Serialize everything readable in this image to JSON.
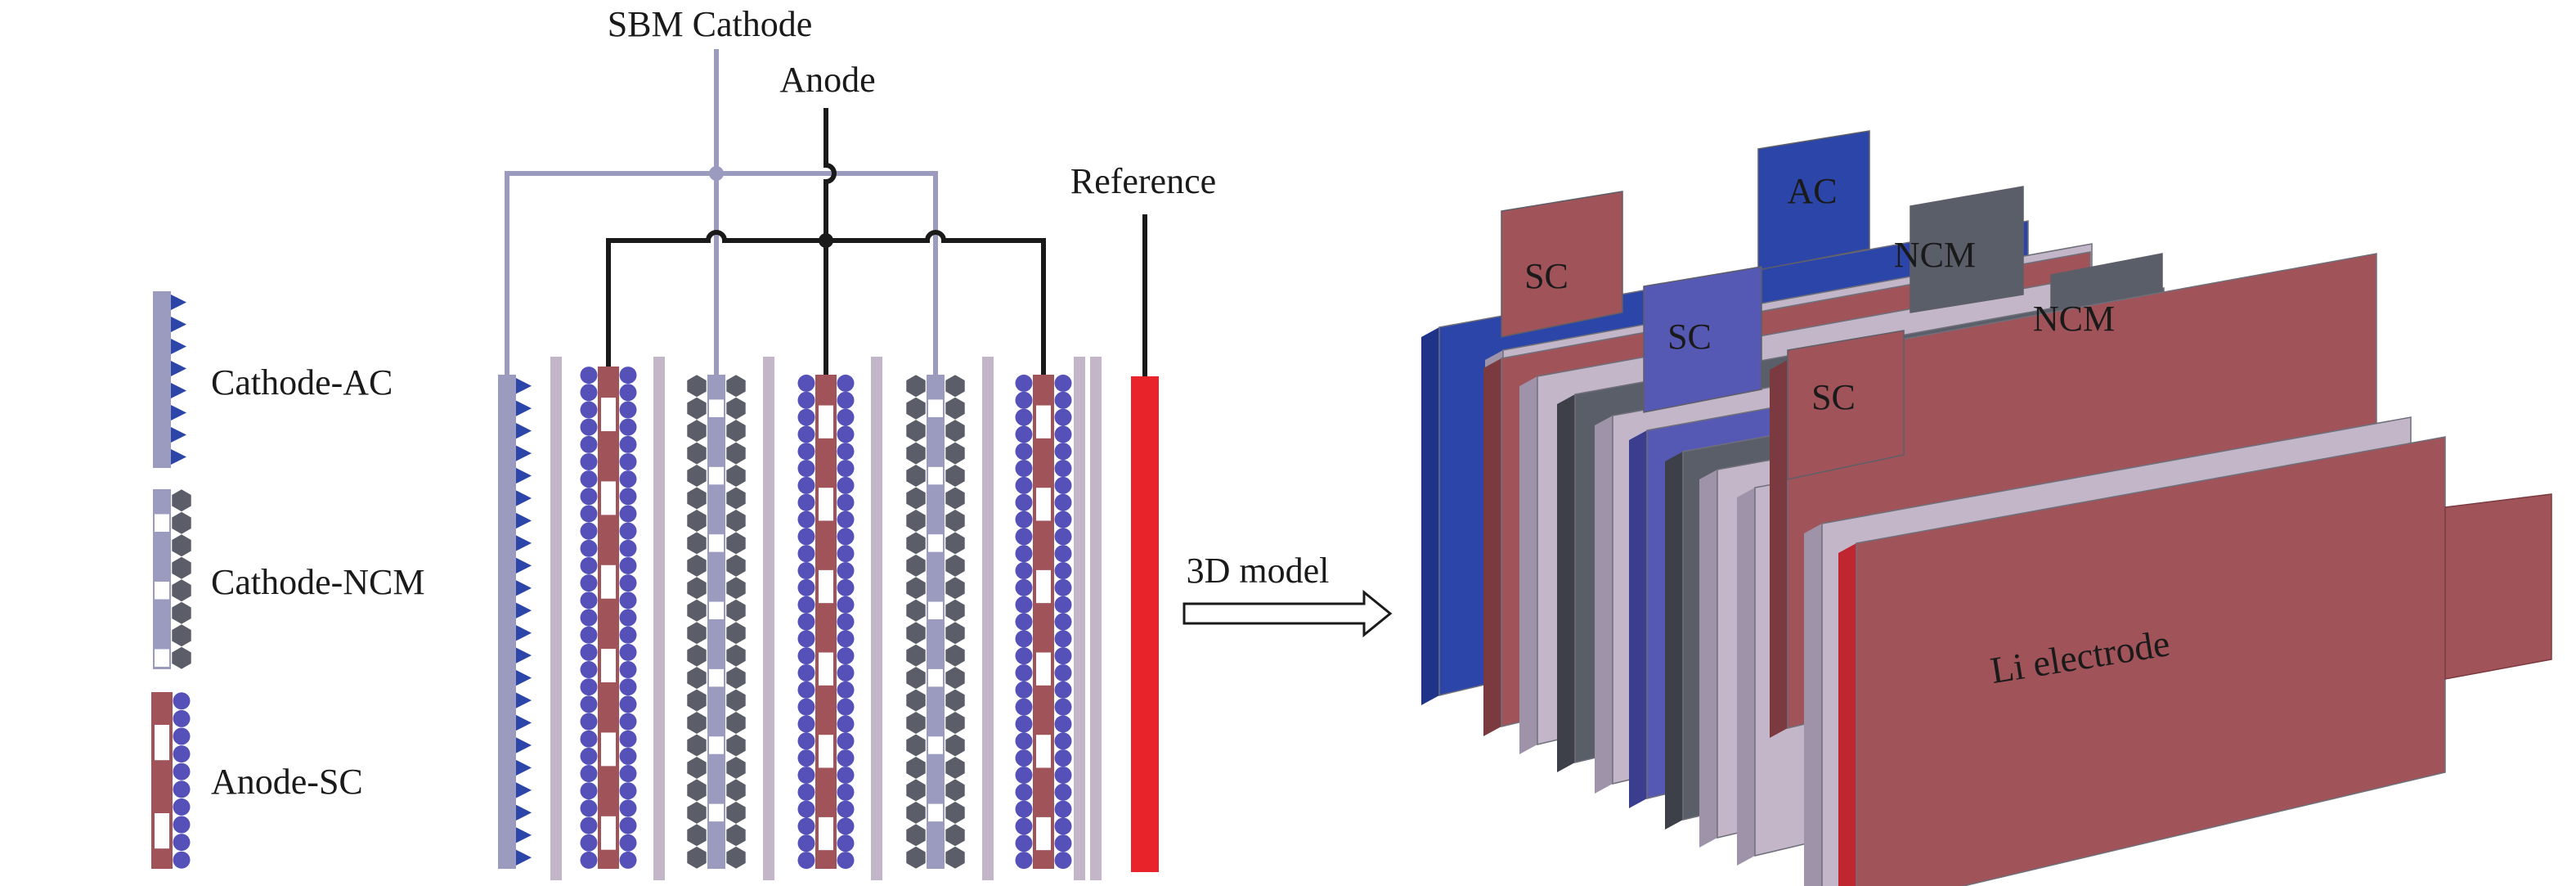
{
  "labels": {
    "sbm_cathode": "SBM Cathode",
    "anode": "Anode",
    "reference": "Reference",
    "arrow_caption": "3D model"
  },
  "legend": [
    {
      "key": "cathode_ac",
      "label": "Cathode-AC"
    },
    {
      "key": "cathode_ncm",
      "label": "Cathode-NCM"
    },
    {
      "key": "anode_sc",
      "label": "Anode-SC"
    }
  ],
  "model_3d": {
    "tabs": [
      "SC",
      "AC",
      "NCM",
      "SC",
      "NCM",
      "SC"
    ],
    "li_electrode": "Li electrode"
  },
  "colors": {
    "cathode_collector": "#9b9bbf",
    "anode_collector": "#a05459",
    "ac_triangle": "#2c45a8",
    "sc_sphere": "#5551b8",
    "ncm_hex": "#5b5e68",
    "separator": "#c3b6c9",
    "reference": "#e8232a",
    "anode_wire": "#1a1a1a",
    "cathode_wire": "#9b9bbf",
    "blue_sheet": "#2b45a8",
    "dark_sheet": "#5a5e68"
  }
}
